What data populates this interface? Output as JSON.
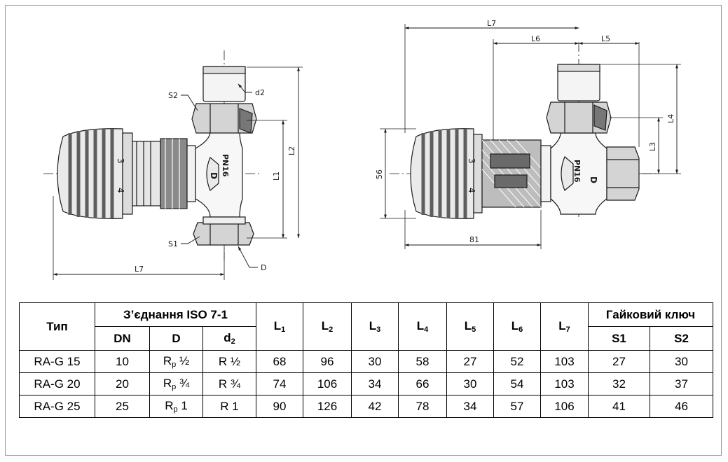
{
  "drawing_labels": {
    "left": {
      "s2": "S2",
      "d2": "d2",
      "s1": "S1",
      "d": "D",
      "l1": "L1",
      "l2": "L2",
      "l7": "L7",
      "pn": "PN16",
      "body_mark": "D",
      "head_mark_top": "3",
      "head_mark_bottom": "4"
    },
    "right": {
      "l7": "L7",
      "l6": "L6",
      "l5": "L5",
      "l3": "L3",
      "l4": "L4",
      "dim_56": "56",
      "dim_81": "81",
      "pn": "PN16",
      "body_mark": "D",
      "head_mark_top": "3",
      "head_mark_bottom": "4"
    }
  },
  "table": {
    "headers": {
      "type": "Тип",
      "connection": "З’єднання ISO 7-1",
      "dn": "DN",
      "d": "D",
      "d2_main": "d",
      "d2_sub": "2",
      "l_main": "L",
      "l_subs": [
        "1",
        "2",
        "3",
        "4",
        "5",
        "6",
        "7"
      ],
      "wrench": "Гайковий ключ",
      "s1": "S1",
      "s2": "S2"
    },
    "rows": [
      {
        "type": "RA-G 15",
        "dn": "10",
        "d_main": "R",
        "d_sub": "p",
        "d_size": " ½",
        "d2": "R ½",
        "l1": "68",
        "l2": "96",
        "l3": "30",
        "l4": "58",
        "l5": "27",
        "l6": "52",
        "l7": "103",
        "s1": "27",
        "s2": "30"
      },
      {
        "type": "RA-G 20",
        "dn": "20",
        "d_main": "R",
        "d_sub": "p",
        "d_size": " ¾",
        "d2": "R ¾",
        "l1": "74",
        "l2": "106",
        "l3": "34",
        "l4": "66",
        "l5": "30",
        "l6": "54",
        "l7": "103",
        "s1": "32",
        "s2": "37"
      },
      {
        "type": "RA-G 25",
        "dn": "25",
        "d_main": "R",
        "d_sub": "p",
        "d_size": " 1",
        "d2": "R 1",
        "l1": "90",
        "l2": "126",
        "l3": "42",
        "l4": "78",
        "l5": "34",
        "l6": "57",
        "l7": "106",
        "s1": "41",
        "s2": "46"
      }
    ]
  },
  "colors": {
    "line": "#1a1a1a",
    "rib_fill": "#6e6e6e",
    "rib_light": "#d9d9d9",
    "frame": "#999999"
  }
}
